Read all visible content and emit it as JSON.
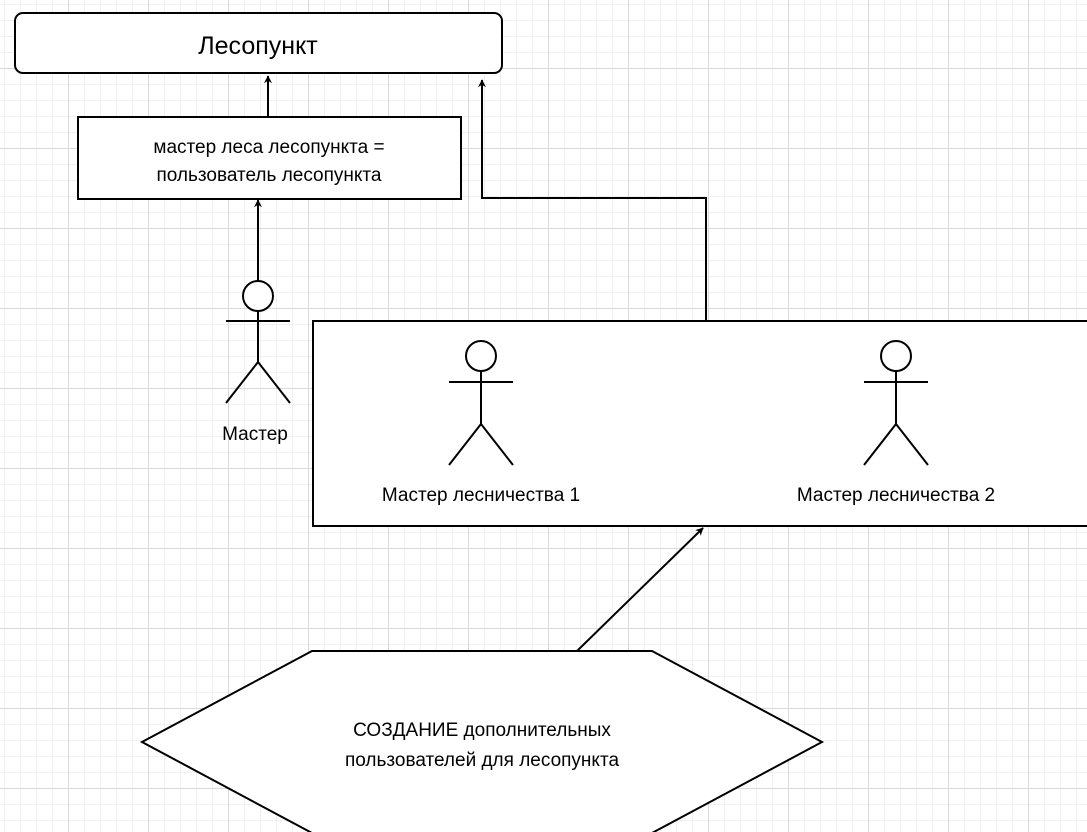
{
  "nodes": {
    "lesopunkt": {
      "label": "Лесопункт"
    },
    "forest_master": {
      "line1": "мастер леса лесопункта =",
      "line2": "пользователь лесопункта"
    },
    "master_actor": {
      "label": "Мастер"
    },
    "forestry_masters": {
      "actor1": "Мастер лесничества 1",
      "actor2": "Мастер лесничества 2"
    },
    "create_users": {
      "line1": "СОЗДАНИЕ дополнительных",
      "line2": "пользователей для лесопункта"
    }
  }
}
